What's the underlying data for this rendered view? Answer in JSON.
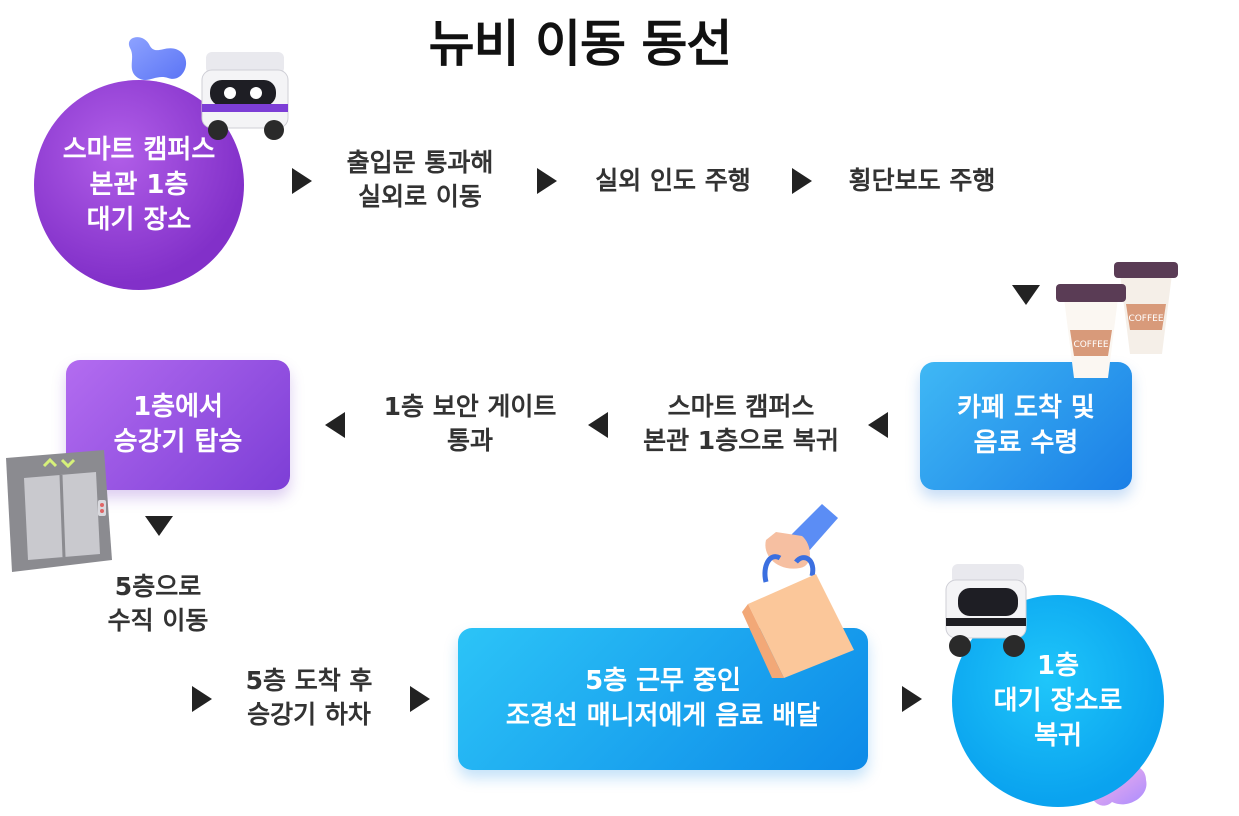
{
  "title": "뉴비 이동 동선",
  "nodes": {
    "start": "스마트 캠퍼스\n본관 1층\n대기 장소",
    "cafe": "카페 도착 및\n음료 수령",
    "elevator_board": "1층에서\n승강기 탑승",
    "deliver": "5층 근무 중인\n조경선 매니저에게 음료 배달",
    "return": "1층\n대기 장소로\n복귀"
  },
  "steps": {
    "exit_gate": [
      "출입문 통과해",
      "실외로 이동"
    ],
    "sidewalk": [
      "실외 인도 주행"
    ],
    "crosswalk": [
      "횡단보도 주행"
    ],
    "return_building": [
      "스마트 캠퍼스",
      "본관 1층으로 복귀"
    ],
    "security_gate": [
      "1층 보안 게이트",
      "통과"
    ],
    "vertical": [
      "5층으로",
      "수직 이동"
    ],
    "arrive5": [
      "5층 도착 후",
      "승강기 하차"
    ]
  },
  "illustrations": {
    "coffee_label": "COFFEE"
  },
  "colors": {
    "purple": "#8230c9",
    "blue": "#1b7fe6",
    "cyan": "#0aa3ef",
    "arrow": "#222222"
  }
}
